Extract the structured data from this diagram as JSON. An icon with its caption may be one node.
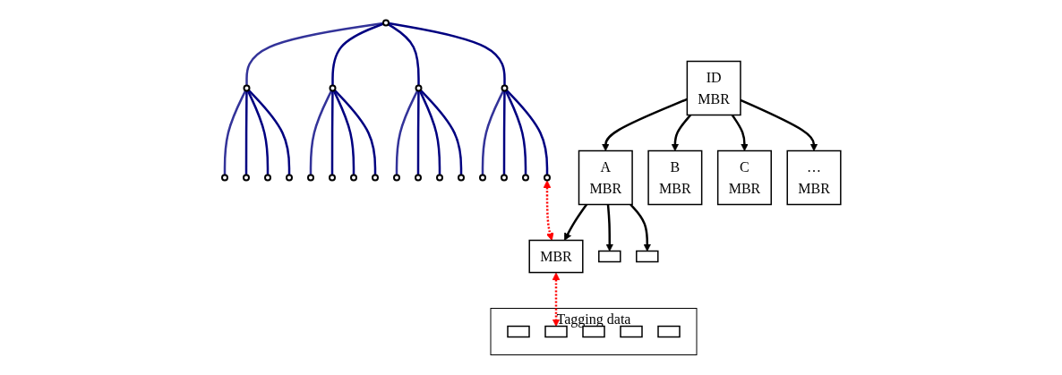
{
  "diagram": {
    "nodes": [
      {
        "text": [],
        "shape": "circle"
      },
      {
        "text": [],
        "shape": "circle"
      },
      {
        "text": [],
        "shape": "circle"
      },
      {
        "text": [],
        "shape": "circle"
      },
      {
        "text": [],
        "shape": "circle"
      },
      {
        "text": [],
        "shape": "circle"
      },
      {
        "text": [],
        "shape": "circle"
      },
      {
        "text": [],
        "shape": "circle"
      },
      {
        "text": [],
        "shape": "circle"
      },
      {
        "text": [],
        "shape": "circle"
      },
      {
        "text": [],
        "shape": "circle"
      },
      {
        "text": [],
        "shape": "circle"
      },
      {
        "text": [],
        "shape": "circle"
      },
      {
        "text": [],
        "shape": "circle"
      },
      {
        "text": [],
        "shape": "circle"
      },
      {
        "text": [],
        "shape": "circle"
      },
      {
        "text": [],
        "shape": "circle"
      },
      {
        "text": [],
        "shape": "circle"
      },
      {
        "text": [],
        "shape": "circle"
      },
      {
        "text": [],
        "shape": "circle"
      },
      {
        "text": [],
        "shape": "circle"
      },
      {
        "text": [
          "ID",
          "MBR"
        ]
      },
      {
        "text": [
          "A",
          "MBR"
        ]
      },
      {
        "text": [
          "B",
          "MBR"
        ]
      },
      {
        "text": [
          "C",
          "MBR"
        ]
      },
      {
        "text": [
          "…",
          "MBR"
        ]
      },
      {
        "text": [
          "MBR"
        ]
      },
      {
        "text": [],
        "shape": "box"
      },
      {
        "text": [],
        "shape": "box"
      },
      {
        "text": [
          "Tagging data"
        ]
      },
      {
        "text": [],
        "shape": "box",
        "in": 29
      },
      {
        "text": [],
        "shape": "box",
        "in": 29
      },
      {
        "text": [],
        "shape": "box",
        "in": 29
      },
      {
        "text": [],
        "shape": "box",
        "in": 29
      },
      {
        "text": [],
        "shape": "box",
        "in": 29
      }
    ],
    "edges": [
      {
        "from": 0,
        "to": 1,
        "arrow": "none",
        "color": "#333399"
      },
      {
        "from": 0,
        "to": 2,
        "arrow": "none"
      },
      {
        "from": 0,
        "to": 3,
        "arrow": "none"
      },
      {
        "from": 0,
        "to": 4,
        "arrow": "none"
      },
      {
        "from": 1,
        "to": 5,
        "arrow": "none",
        "color": "#333399"
      },
      {
        "from": 1,
        "to": 6,
        "arrow": "none"
      },
      {
        "from": 1,
        "to": 7,
        "arrow": "none"
      },
      {
        "from": 1,
        "to": 8,
        "arrow": "none"
      },
      {
        "from": 2,
        "to": 9,
        "arrow": "none",
        "color": "#333399"
      },
      {
        "from": 2,
        "to": 10,
        "arrow": "none"
      },
      {
        "from": 2,
        "to": 11,
        "arrow": "none"
      },
      {
        "from": 2,
        "to": 12,
        "arrow": "none"
      },
      {
        "from": 3,
        "to": 13,
        "arrow": "none",
        "color": "#333399"
      },
      {
        "from": 3,
        "to": 14,
        "arrow": "none"
      },
      {
        "from": 3,
        "to": 15,
        "arrow": "none"
      },
      {
        "from": 3,
        "to": 16,
        "arrow": "none"
      },
      {
        "from": 4,
        "to": 17,
        "arrow": "none",
        "color": "#333399"
      },
      {
        "from": 4,
        "to": 18,
        "arrow": "none"
      },
      {
        "from": 4,
        "to": 19,
        "arrow": "none"
      },
      {
        "from": 4,
        "to": 20,
        "arrow": "none"
      },
      {
        "from": 21,
        "to": 22,
        "arrow": "to",
        "color": "#000000"
      },
      {
        "from": 21,
        "to": 23,
        "arrow": "to",
        "color": "#000000"
      },
      {
        "from": 21,
        "to": 24,
        "arrow": "to",
        "color": "#000000"
      },
      {
        "from": 21,
        "to": 25,
        "arrow": "to",
        "color": "#000000"
      },
      {
        "from": 22,
        "to": 26,
        "arrow": "to",
        "color": "#000000"
      },
      {
        "from": 22,
        "to": 27,
        "arrow": "to",
        "color": "#000000"
      },
      {
        "from": 22,
        "to": 28,
        "arrow": "to",
        "color": "#000000"
      },
      {
        "from": 20,
        "to": 26,
        "arrow": "both",
        "style": "dashed",
        "color": "#ff0000"
      },
      {
        "from": 26,
        "to": 31,
        "arrow": "both",
        "style": "dashed",
        "color": "#ff0000"
      }
    ]
  }
}
